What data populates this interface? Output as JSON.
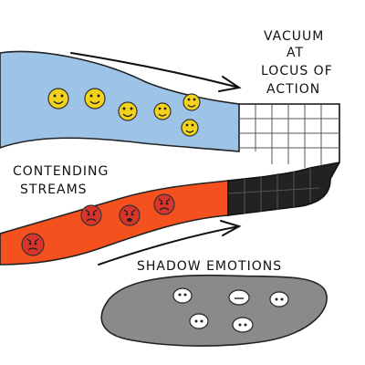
{
  "labels": {
    "vacuum_line1": "VACUUM",
    "vacuum_line2": "AT",
    "vacuum_line3": "LOCUS OF",
    "vacuum_line4": "ACTION",
    "contending_line1": "CONTENDING",
    "contending_line2": "STREAMS",
    "shadow": "SHADOW EMOTIONS"
  },
  "icons": {
    "happy_faces": "smiley-face-icon",
    "angry_faces": "angry-face-icon",
    "neutral_faces": "neutral-face-icon",
    "arrows": "arrow-icon"
  },
  "colors": {
    "blue_stream": "#9dc3e6",
    "red_stream": "#f4511e",
    "dark_vacuum": "#222222",
    "shadow_blob": "#8a8a8a",
    "happy_face": "#f2d21b",
    "angry_face": "#d9342b"
  }
}
